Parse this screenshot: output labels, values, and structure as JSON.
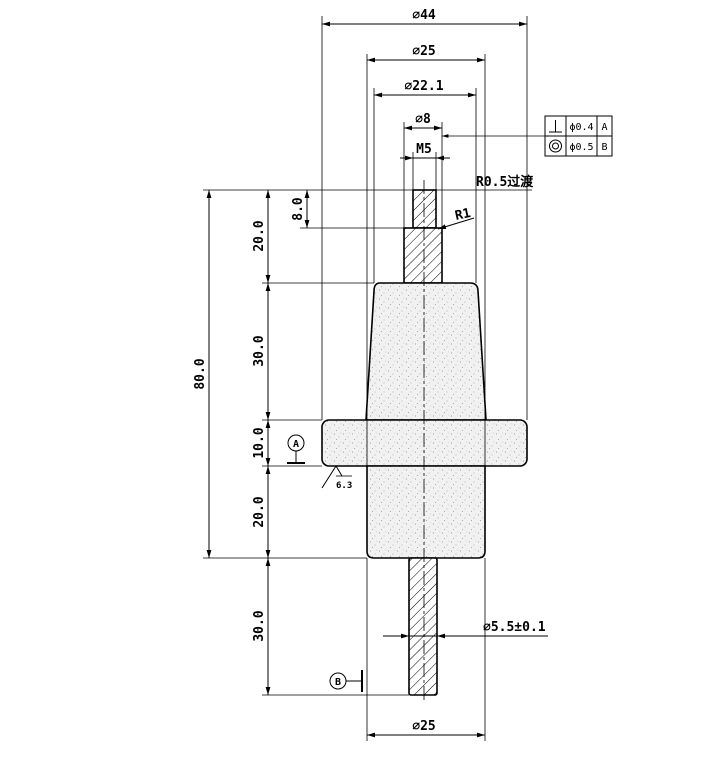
{
  "dimensions": {
    "top_diameter_44": "⌀44",
    "top_diameter_25": "⌀25",
    "top_diameter_22_1": "⌀22.1",
    "top_diameter_8": "⌀8",
    "thread": "M5",
    "fillet_note": "R0.5过渡",
    "radius_r1": "R1",
    "len_8": "8.0",
    "len_20_top": "20.0",
    "len_30_upper": "30.0",
    "len_10": "10.0",
    "len_20_lower": "20.0",
    "len_30_lower": "30.0",
    "len_80_total": "80.0",
    "pin_diameter": "⌀5.5±0.1",
    "bottom_diameter_25": "⌀25"
  },
  "tolerance_frame": {
    "rows": [
      {
        "symbol": "perpendicularity",
        "value": "ϕ0.4",
        "datum": "A"
      },
      {
        "symbol": "concentricity",
        "value": "ϕ0.5",
        "datum": "B"
      }
    ]
  },
  "datums": {
    "a": "A",
    "b": "B"
  },
  "surface_roughness": "6.3",
  "colors": {
    "line": "#000000",
    "body_fill": "#f0f0f0",
    "speckle": "#8a8a8a"
  }
}
